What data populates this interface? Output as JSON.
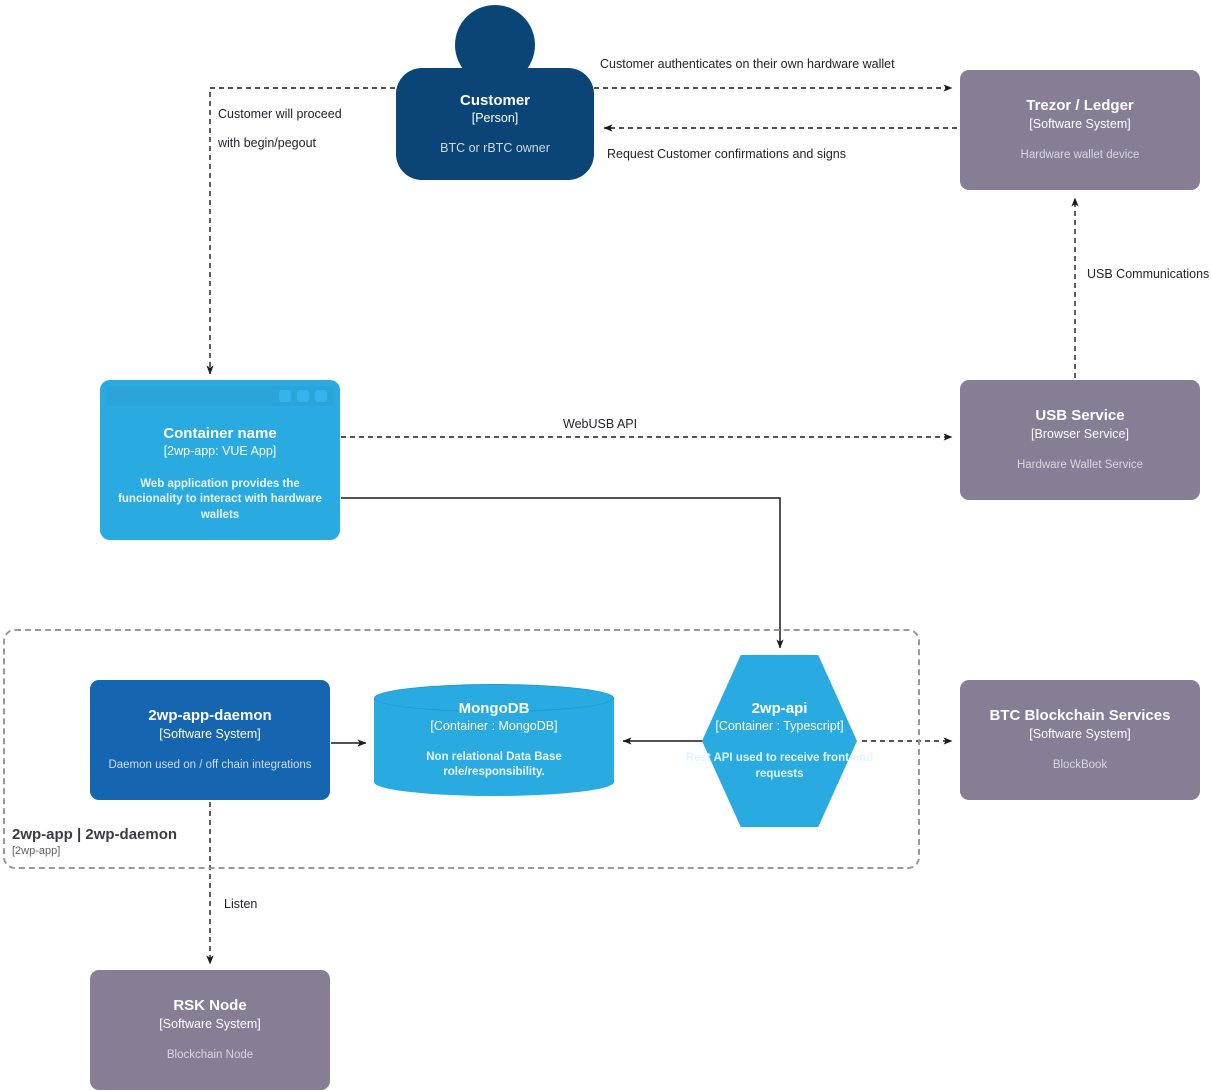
{
  "diagram": {
    "type": "C4 Container Diagram",
    "colors": {
      "person": "#0b4577",
      "internal_system": "#1565b0",
      "container": "#29abe2",
      "external_system": "#877e96",
      "boundary_stroke": "#999999",
      "edge": "#23232a"
    }
  },
  "nodes": {
    "customer": {
      "title": "Customer",
      "type": "[Person]",
      "description": "BTC or rBTC owner"
    },
    "trezor_ledger": {
      "title": "Trezor / Ledger",
      "type": "[Software System]",
      "description": "Hardware wallet device"
    },
    "vue_app": {
      "title": "Container name",
      "type": "[2wp-app: VUE App]",
      "description": "Web application provides the funcionality to interact with hardware wallets"
    },
    "usb_service": {
      "title": "USB Service",
      "type": "[Browser Service]",
      "description": "Hardware Wallet Service"
    },
    "daemon": {
      "title": "2wp-app-daemon",
      "type": "[Software System]",
      "description": "Daemon used on / off chain integrations"
    },
    "mongodb": {
      "title": "MongoDB",
      "type": "[Container : MongoDB]",
      "description": "Non relational Data Base role/responsibility."
    },
    "api": {
      "title": "2wp-api",
      "type": "[Container : Typescript]",
      "description": "Rest API used to receive front-end requests"
    },
    "btc_blockchain_services": {
      "title": "BTC Blockchain Services",
      "type": "[Software System]",
      "description": "BlockBook"
    },
    "rsk_node": {
      "title": "RSK Node",
      "type": "[Software System]",
      "description": "Blockchain Node"
    }
  },
  "boundary": {
    "name": "2wp-app | 2wp-daemon",
    "type": "[2wp-app]"
  },
  "edges": {
    "customer_to_trezor": "Customer authenticates on their own hardware wallet",
    "trezor_to_customer": "Request Customer confirmations and signs",
    "customer_to_vueapp_line1": "Customer will proceed",
    "customer_to_vueapp_line2": "with begin/pegout",
    "vueapp_to_usbservice": "WebUSB API",
    "usbservice_to_trezor": "USB Communications",
    "daemon_to_rsknode": "Listen"
  }
}
